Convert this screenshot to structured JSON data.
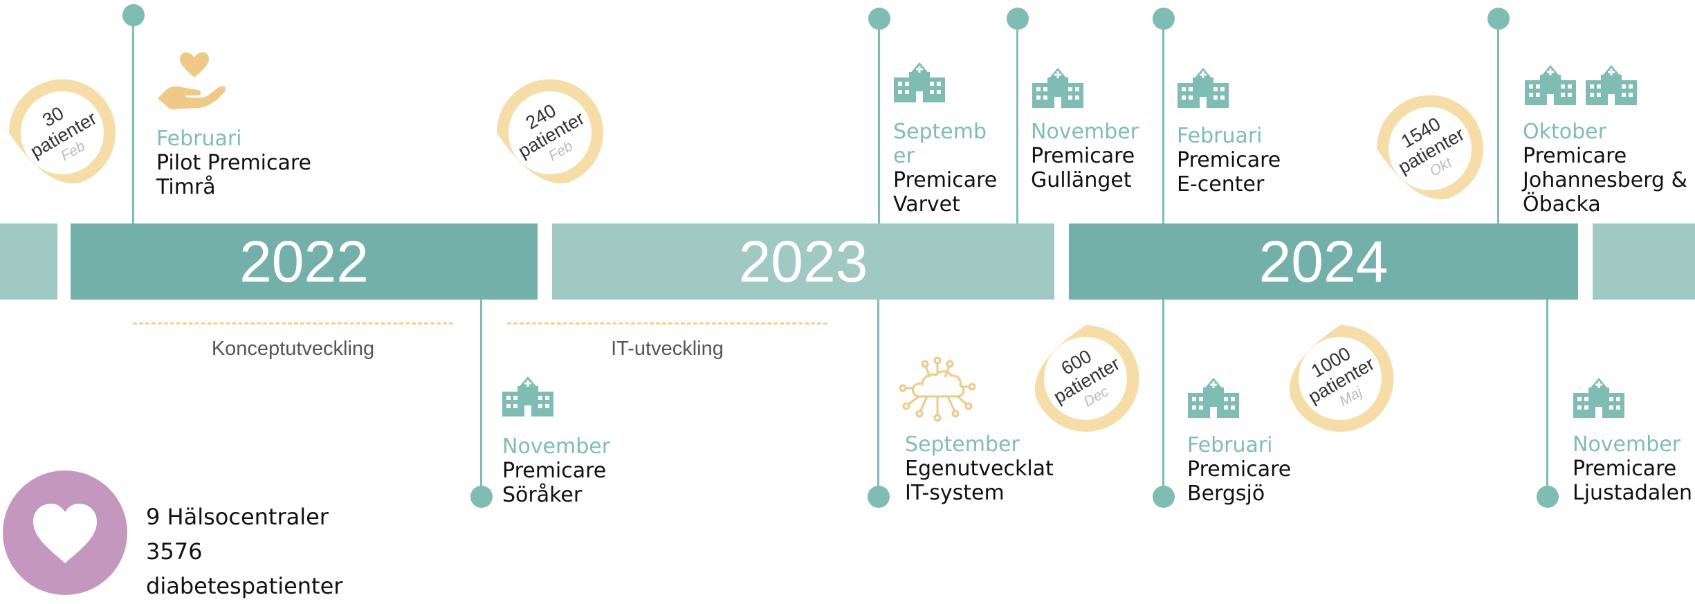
{
  "years": [
    "2022",
    "2023",
    "2024"
  ],
  "phases": {
    "concept": "Konceptutveckling",
    "it": "IT-utveckling"
  },
  "events": {
    "pilot": {
      "month": "Februari",
      "lines": [
        "Pilot Premicare",
        "Timrå"
      ],
      "icon": "heart-hand-icon"
    },
    "soraker": {
      "month": "November",
      "lines": [
        "Premicare",
        "Söråker"
      ],
      "icon": "hospital-icon"
    },
    "varvet": {
      "month_lines": [
        "Septemb",
        "er"
      ],
      "lines": [
        "Premicare",
        "Varvet"
      ],
      "icon": "hospital-icon"
    },
    "egen": {
      "month": "September",
      "lines": [
        "Egenutvecklat",
        "IT-system"
      ],
      "icon": "cloud-network-icon"
    },
    "gullanget": {
      "month": "November",
      "lines": [
        "Premicare",
        "Gullänget"
      ],
      "icon": "hospital-icon"
    },
    "ecenter": {
      "month": "Februari",
      "lines": [
        "Premicare",
        "E-center"
      ],
      "icon": "hospital-icon"
    },
    "bergsjo": {
      "month": "Februari",
      "lines": [
        "Premicare",
        "Bergsjö"
      ],
      "icon": "hospital-icon"
    },
    "johannesberg": {
      "month": "Oktober",
      "lines": [
        "Premicare",
        "Johannesberg &",
        "Öbacka"
      ],
      "icon": "hospital-icon"
    },
    "ljustadalen": {
      "month": "November",
      "lines": [
        "Premicare",
        "Ljustadalen"
      ],
      "icon": "hospital-icon"
    }
  },
  "milestones": [
    {
      "number": "30",
      "unit": "patienter",
      "month": "Feb"
    },
    {
      "number": "240",
      "unit": "patienter",
      "month": "Feb"
    },
    {
      "number": "600",
      "unit": "patienter",
      "month": "Dec"
    },
    {
      "number": "1000",
      "unit": "patienter",
      "month": "Maj"
    },
    {
      "number": "1540",
      "unit": "patienter",
      "month": "Okt"
    }
  ],
  "summary": {
    "centers": "9 Hälsocentraler",
    "count": "3576",
    "label": "diabetespatienter",
    "icon": "heart-icon"
  },
  "colors": {
    "teal_dark": "#74b0aa",
    "teal_light": "#a1c9c4",
    "gold": "#f4dba4",
    "purple": "#c497bf"
  }
}
